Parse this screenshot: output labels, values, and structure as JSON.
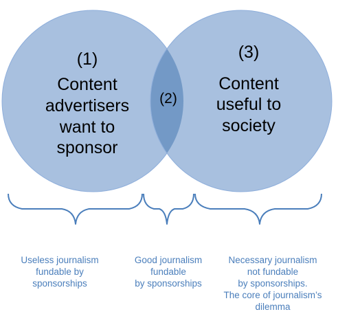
{
  "diagram": {
    "colors": {
      "circle_fill": "#a8c0df",
      "circle_stroke": "#8eaedb",
      "overlap_fill": "#7399c6",
      "bracket_stroke": "#4a7ebb",
      "caption_text": "#4a7ebb"
    },
    "left_circle": {
      "number": "(1)",
      "lines": [
        "Content",
        "advertisers",
        "want to",
        "sponsor"
      ]
    },
    "overlap": {
      "number": "(2)"
    },
    "right_circle": {
      "number": "(3)",
      "lines": [
        "Content",
        "useful to",
        "society"
      ]
    },
    "captions": {
      "left": [
        "Useless journalism",
        "fundable by",
        "sponsorships"
      ],
      "middle": [
        "Good journalism",
        "fundable",
        "by sponsorships"
      ],
      "right": [
        "Necessary journalism",
        "not fundable",
        "by sponsorships.",
        "The core of journalism’s",
        "dilemma"
      ]
    }
  }
}
